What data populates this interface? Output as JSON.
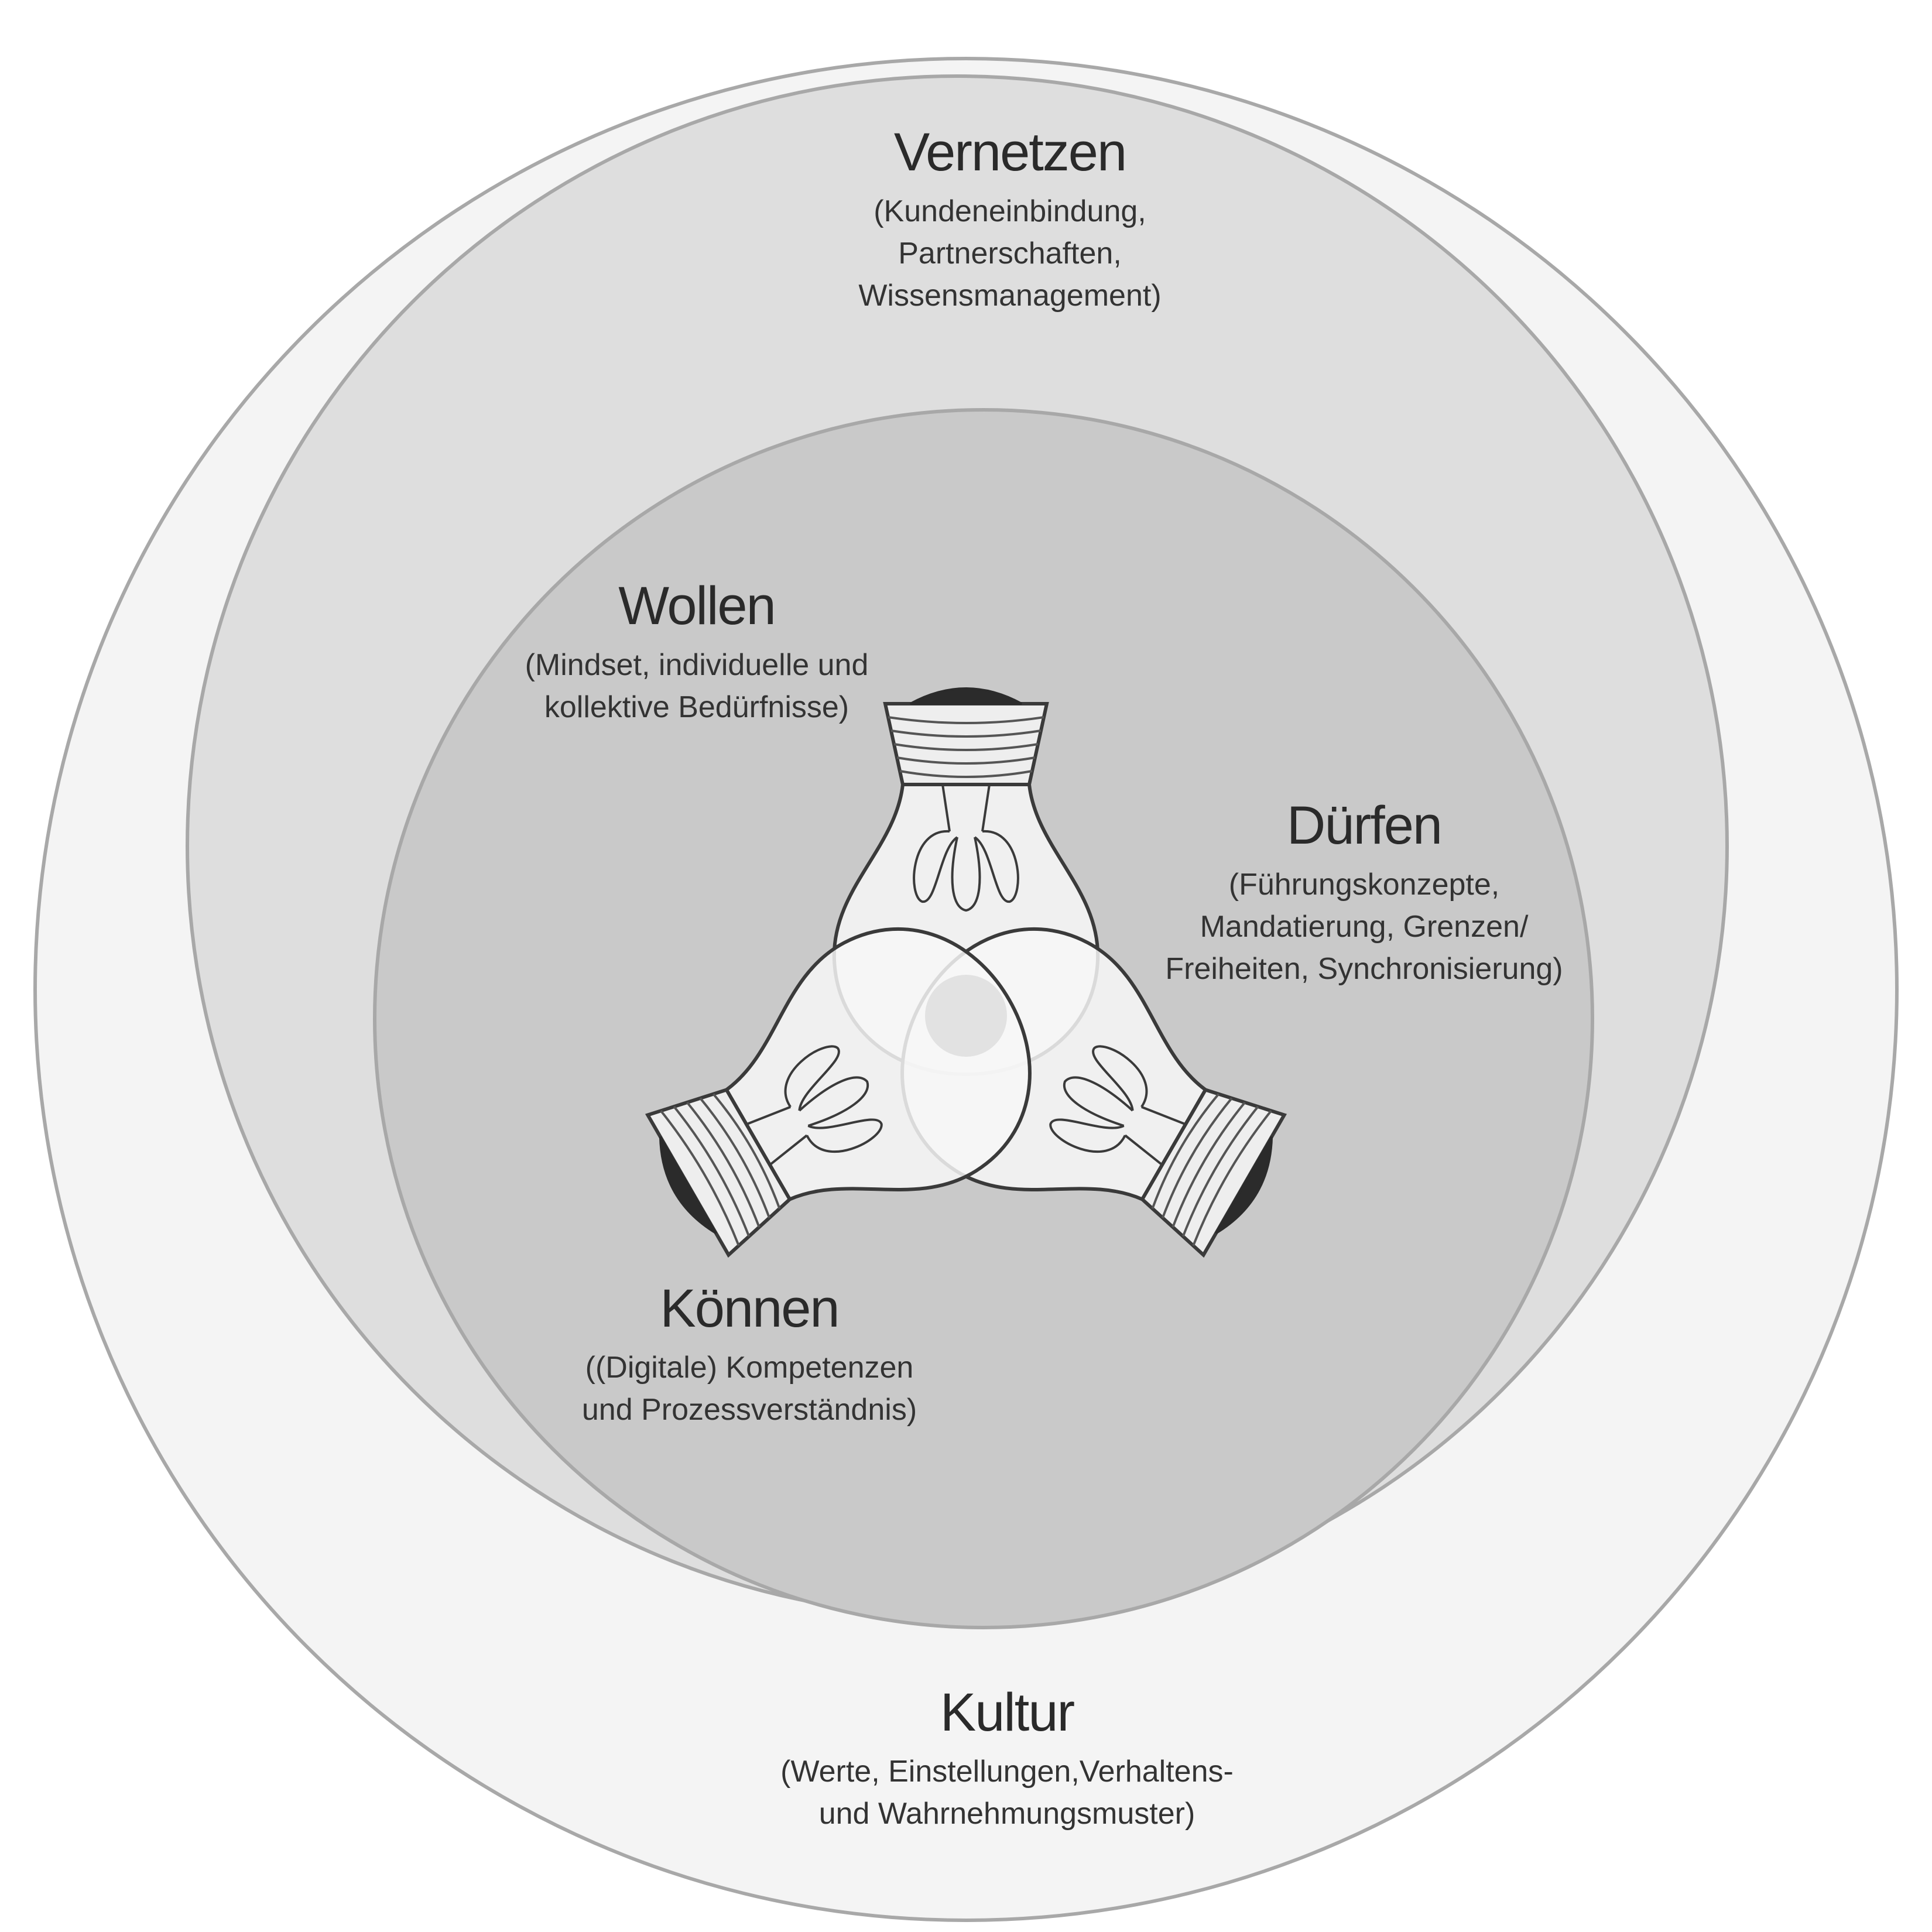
{
  "colors": {
    "outer_ring": "#f4f4f4",
    "middle_ring": "#dedede",
    "inner_ring": "#c9c9c9",
    "ring_stroke": "#a8a8a8",
    "bulb_fill": "#f7f7f7",
    "bulb_stroke": "#3a3a3a",
    "text": "#2b2b2b"
  },
  "rings": {
    "vernetzen": {
      "title": "Vernetzen",
      "lines": [
        "(Kundeneinbindung,",
        "Partnerschaften,",
        "Wissensmanagement)"
      ]
    },
    "kultur": {
      "title": "Kultur",
      "lines": [
        "(Werte, Einstellungen,Verhaltens-",
        "und Wahrnehmungsmuster)"
      ]
    }
  },
  "elements": {
    "wollen": {
      "title": "Wollen",
      "lines": [
        "(Mindset, individuelle und",
        "kollektive Bedürfnisse)"
      ]
    },
    "duerfen": {
      "title": "Dürfen",
      "lines": [
        "(Führungskonzepte,",
        "Mandatierung, Grenzen/",
        "Freiheiten, Synchronisierung)"
      ]
    },
    "koennen": {
      "title": "Können",
      "lines": [
        "((Digitale) Kompetenzen",
        "und Prozessverständnis)"
      ]
    }
  },
  "icons": {
    "center": "three-light-bulbs-icon"
  }
}
